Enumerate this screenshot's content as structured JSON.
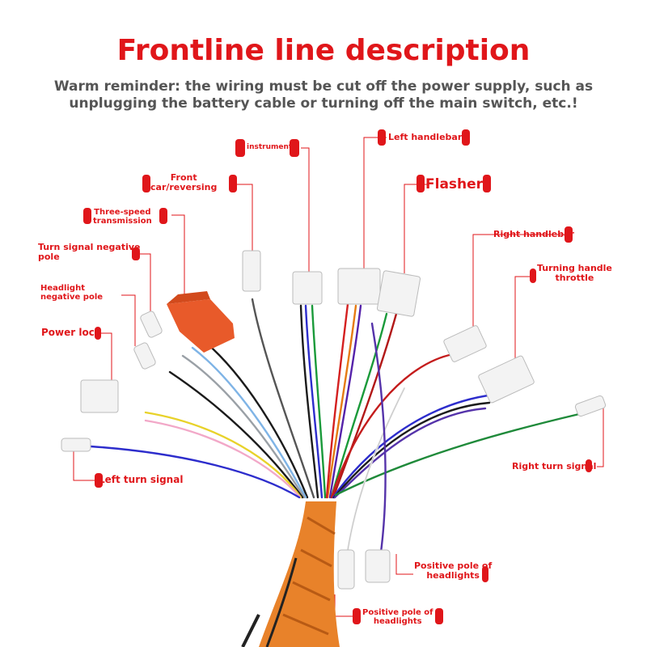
{
  "header": {
    "title": "Frontline line description",
    "subtitle": "Warm reminder: the wiring must be cut off the power supply, such as unplugging the battery cable or turning off the main switch, etc.!"
  },
  "labels": {
    "instrument": "instrument",
    "left_handlebar": "Left handlebar",
    "front_car_reversing": "Front\ncar/reversing",
    "flasher": "Flasher",
    "three_speed": "Three-speed\ntransmission",
    "turn_signal_negative": "Turn signal negative\npole",
    "right_handlebar": "Right handlebar",
    "turning_handle_throttle": "Turning handle\nthrottle",
    "headlight_negative": "Headlight\nnegative pole",
    "power_lock": "Power lock",
    "left_turn_signal": "Left turn signal",
    "right_turn_signal": "Right turn signal",
    "positive_headlight_1": "Positive pole of\nheadlights",
    "positive_headlight_2": "Positive pole of\nheadlights"
  },
  "colors": {
    "accent": "#e0161a",
    "harness": "#e8822a",
    "connector": "#f3f3f3",
    "relay": "#e85a2a"
  }
}
